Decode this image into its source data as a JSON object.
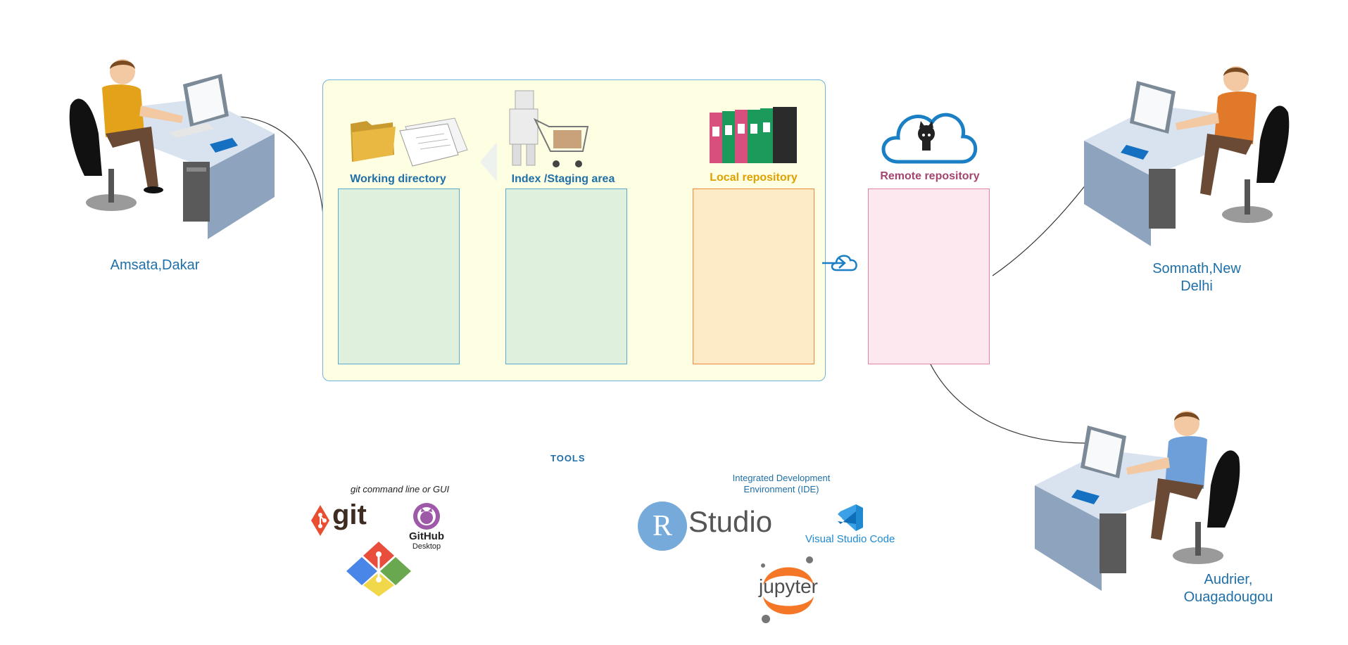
{
  "stages": {
    "working_directory": "Working directory",
    "staging_area": "Index /Staging area",
    "local_repository": "Local repository",
    "remote_repository": "Remote repository"
  },
  "people": {
    "amsata": "Amsata,Dakar",
    "somnath_line1": "Somnath,New",
    "somnath_line2": "Delhi",
    "audrier_line1": "Audrier,",
    "audrier_line2": "Ouagadougou"
  },
  "tools": {
    "title": "TOOLS",
    "git_caption": "git command line or GUI",
    "git_logo": "git",
    "github_desktop_1": "GitHub",
    "github_desktop_2": "Desktop",
    "ide_caption_1": "Integrated Development",
    "ide_caption_2": "Environment (IDE)",
    "rstudio_r": "R",
    "rstudio_text": "Studio",
    "vscode": "Visual Studio Code",
    "jupyter": "jupyter"
  },
  "colors": {
    "accent_blue": "#1f6fa8",
    "working_fill": "#dff0dc",
    "staging_fill": "#dff0dc",
    "local_fill": "#fdebc7",
    "local_label": "#e0a000",
    "remote_fill": "#fde8ef",
    "remote_label": "#a3456f"
  },
  "icons": [
    "person-at-desk-icon",
    "folder-documents-icon",
    "shopping-cart-robot-icon",
    "binders-icon",
    "github-cloud-icon",
    "cloud-upload-arrow-icon",
    "git-logo-icon",
    "github-desktop-icon",
    "git-gui-icon",
    "rstudio-logo-icon",
    "vscode-logo-icon",
    "jupyter-logo-icon"
  ]
}
